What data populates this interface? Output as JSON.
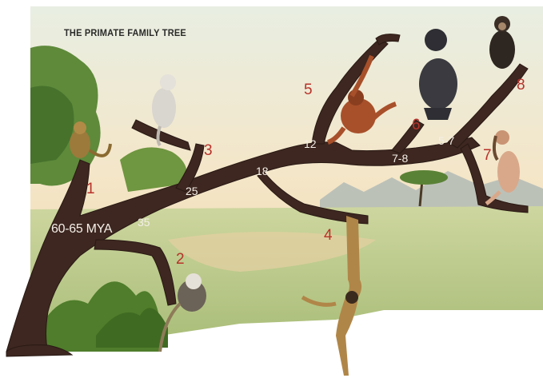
{
  "title": "THE PRIMATE FAMILY TREE",
  "numbers": [
    {
      "key": "n1",
      "value": "1"
    },
    {
      "key": "n2",
      "value": "2"
    },
    {
      "key": "n3",
      "value": "3"
    },
    {
      "key": "n4",
      "value": "4"
    },
    {
      "key": "n5",
      "value": "5"
    },
    {
      "key": "n6",
      "value": "6"
    },
    {
      "key": "n7",
      "value": "7"
    },
    {
      "key": "n8",
      "value": "8"
    }
  ],
  "ages": {
    "root": "60-65 MYA",
    "a35": "35",
    "a25": "25",
    "a18": "18",
    "a12": "12",
    "a78": "7-8",
    "a57": "5-7"
  },
  "colors": {
    "sky_top": "#e9efe3",
    "sky_bottom": "#f5e3c4",
    "ground": "#c9d49a",
    "trunk": "#3d2720",
    "number_red": "#b8322a"
  }
}
